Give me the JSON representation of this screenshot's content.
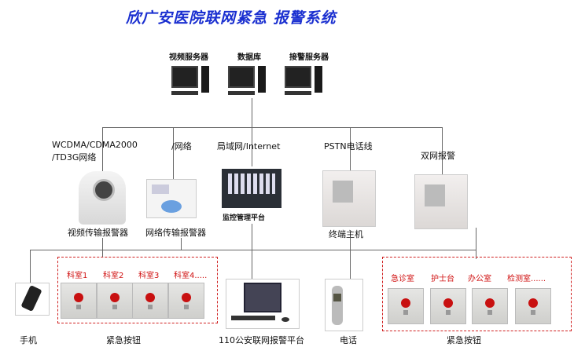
{
  "title": "欣广安医院联网紧急 报警系统",
  "servers": [
    "视频服务器",
    "数据库",
    "接警服务器"
  ],
  "networks": {
    "wireless": "WCDMA/CDMA2000",
    "wireless2": "/TD3G网络",
    "net": "/网络",
    "lan": "局域网/Internet",
    "pstn": "PSTN电话线",
    "dual": "双网报警"
  },
  "devices": {
    "video": "视频传输报警器",
    "network": "网络传输报警器",
    "platform": "监控管理平台",
    "host": "终端主机"
  },
  "rooms_left": [
    "科室1",
    "科室2",
    "科室3",
    "科室4....."
  ],
  "rooms_right": [
    "急诊室",
    "护士台",
    "办公室",
    "检测室......"
  ],
  "bottom": {
    "phone": "手机",
    "buttons_left": "紧急按钮",
    "police": "110公安联网报警平台",
    "tel": "电话",
    "buttons_right": "紧急按钮"
  }
}
